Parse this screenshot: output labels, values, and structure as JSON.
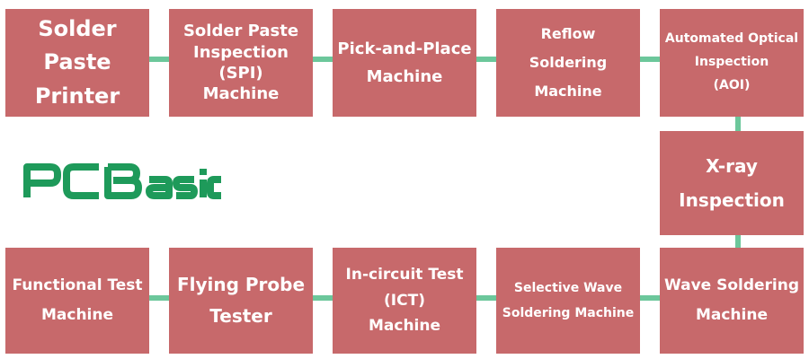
{
  "brand": {
    "logo_text": "PCBasic",
    "logo_color": "#1e9a5a"
  },
  "colors": {
    "box_fill": "#c7696b",
    "connector": "#6cc79b",
    "text": "#ffffff"
  },
  "steps": [
    {
      "label": "Solder Paste\nPrinter"
    },
    {
      "label": "Solder Paste\nInspection\n(SPI)\nMachine"
    },
    {
      "label": "Pick-and-Place\nMachine"
    },
    {
      "label": "Reflow Soldering\nMachine"
    },
    {
      "label": "Automated Optical\nInspection\n(AOI)"
    },
    {
      "label": "X-ray\nInspection"
    },
    {
      "label": "Wave Soldering\nMachine"
    },
    {
      "label": "Selective Wave\nSoldering Machine"
    },
    {
      "label": "In-circuit Test\n(ICT)\nMachine"
    },
    {
      "label": "Flying Probe\nTester"
    },
    {
      "label": "Functional Test\nMachine"
    }
  ]
}
